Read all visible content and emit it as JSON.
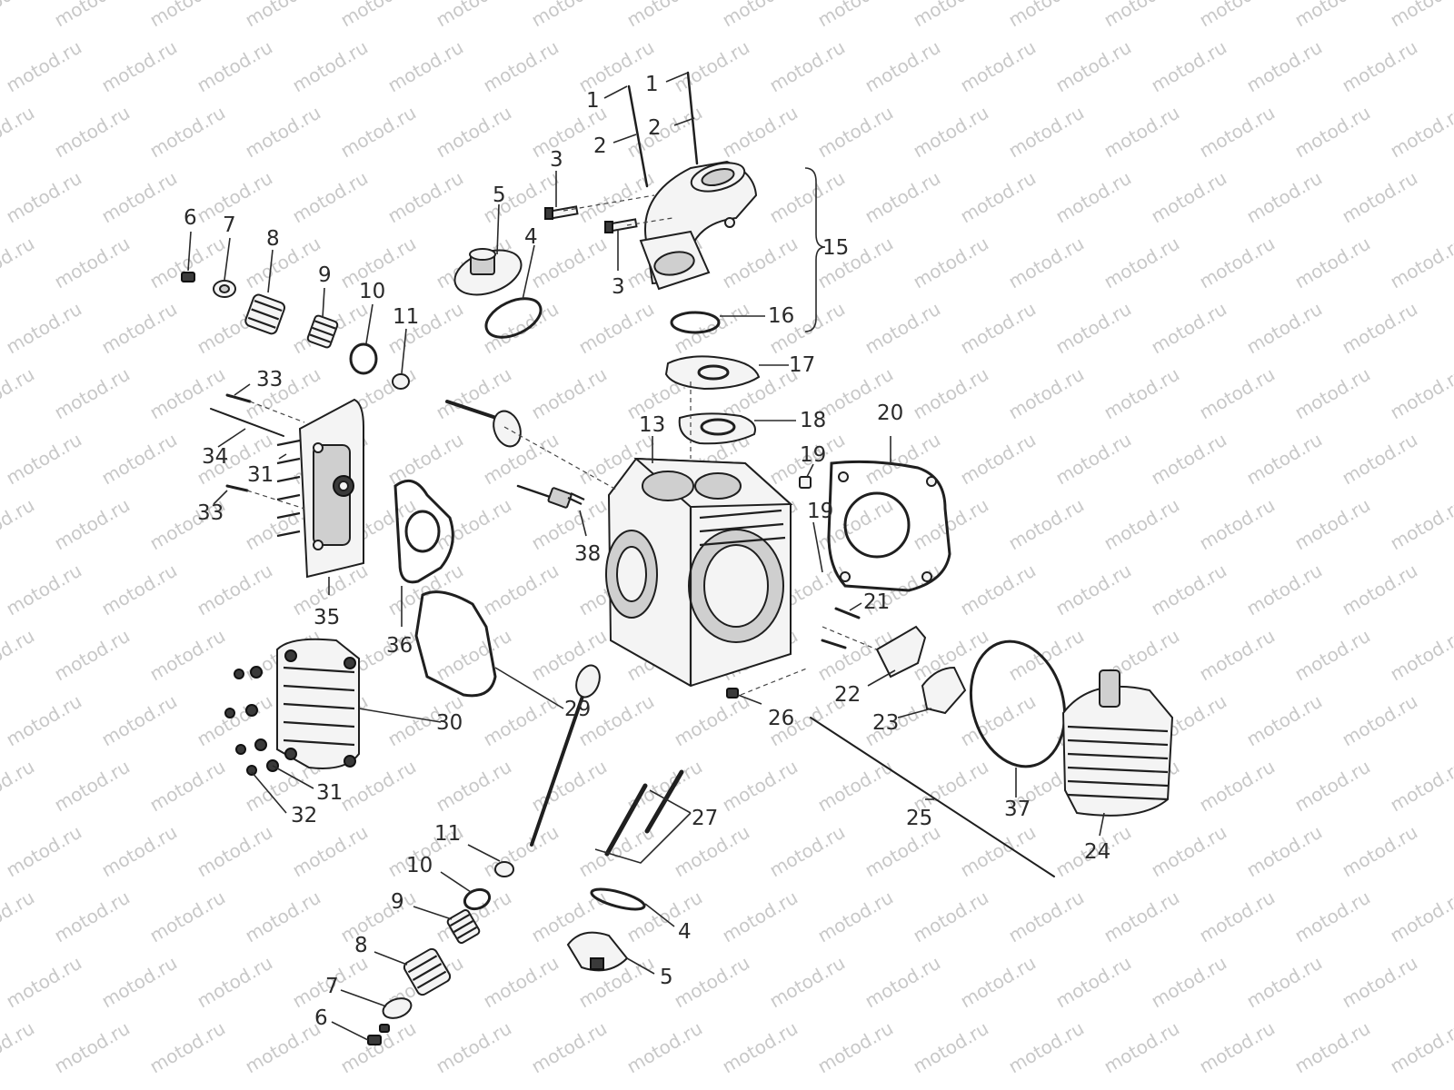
{
  "watermark": {
    "text": "motod.ru",
    "color": "#c8c8c8"
  },
  "callouts": [
    {
      "id": "c1a",
      "text": "1"
    },
    {
      "id": "c1b",
      "text": "1"
    },
    {
      "id": "c2a",
      "text": "2"
    },
    {
      "id": "c2b",
      "text": "2"
    },
    {
      "id": "c3a",
      "text": "3"
    },
    {
      "id": "c3b",
      "text": "3"
    },
    {
      "id": "c4a",
      "text": "4"
    },
    {
      "id": "c4b",
      "text": "4"
    },
    {
      "id": "c5a",
      "text": "5"
    },
    {
      "id": "c5b",
      "text": "5"
    },
    {
      "id": "c6a",
      "text": "6"
    },
    {
      "id": "c6b",
      "text": "6"
    },
    {
      "id": "c7a",
      "text": "7"
    },
    {
      "id": "c7b",
      "text": "7"
    },
    {
      "id": "c8a",
      "text": "8"
    },
    {
      "id": "c8b",
      "text": "8"
    },
    {
      "id": "c9a",
      "text": "9"
    },
    {
      "id": "c9b",
      "text": "9"
    },
    {
      "id": "c10a",
      "text": "10"
    },
    {
      "id": "c10b",
      "text": "10"
    },
    {
      "id": "c11a",
      "text": "11"
    },
    {
      "id": "c11b",
      "text": "11"
    },
    {
      "id": "c13",
      "text": "13"
    },
    {
      "id": "c15",
      "text": "15"
    },
    {
      "id": "c16",
      "text": "16"
    },
    {
      "id": "c17",
      "text": "17"
    },
    {
      "id": "c18",
      "text": "18"
    },
    {
      "id": "c19a",
      "text": "19"
    },
    {
      "id": "c19b",
      "text": "19"
    },
    {
      "id": "c20",
      "text": "20"
    },
    {
      "id": "c21",
      "text": "21"
    },
    {
      "id": "c22",
      "text": "22"
    },
    {
      "id": "c23",
      "text": "23"
    },
    {
      "id": "c24",
      "text": "24"
    },
    {
      "id": "c25",
      "text": "25"
    },
    {
      "id": "c26",
      "text": "26"
    },
    {
      "id": "c27",
      "text": "27"
    },
    {
      "id": "c29",
      "text": "29"
    },
    {
      "id": "c30",
      "text": "30"
    },
    {
      "id": "c31a",
      "text": "31"
    },
    {
      "id": "c31b",
      "text": "31"
    },
    {
      "id": "c32",
      "text": "32"
    },
    {
      "id": "c33a",
      "text": "33"
    },
    {
      "id": "c33b",
      "text": "33"
    },
    {
      "id": "c34",
      "text": "34"
    },
    {
      "id": "c35",
      "text": "35"
    },
    {
      "id": "c36",
      "text": "36"
    },
    {
      "id": "c37",
      "text": "37"
    },
    {
      "id": "c38",
      "text": "38"
    }
  ]
}
